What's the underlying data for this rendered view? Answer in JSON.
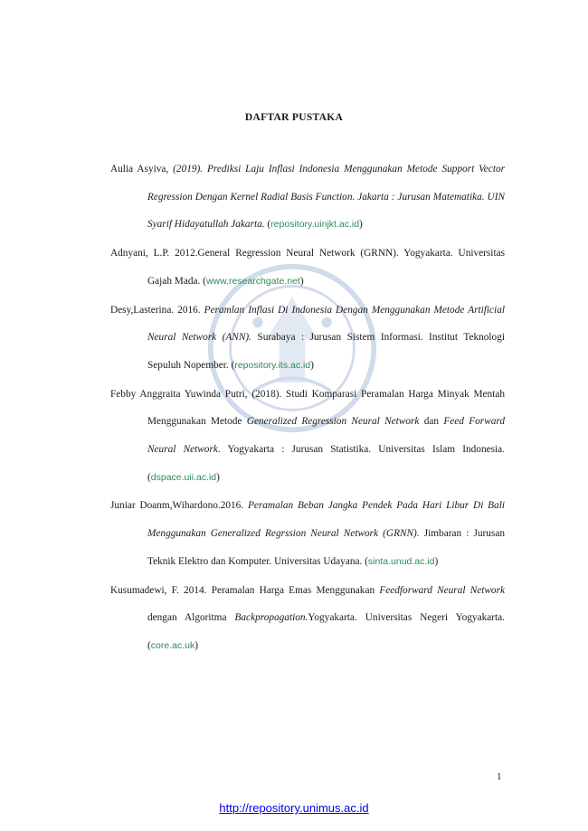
{
  "title": "DAFTAR PUSTAKA",
  "references": [
    {
      "plain1": "Aulia Asyiva, ",
      "ital1": "(2019). Prediksi Laju Inflasi Indonesia Menggunakan Metode Support Vector Regression Dengan Kernel Radial Basis Function. Jakarta : Jurusan Matematika. UIN Syarif Hidayatullah Jakarta.",
      "plain2": " (",
      "link": "repository.uinjkt.ac.id",
      "plain3": ")"
    },
    {
      "plain1": "Adnyani, L.P. 2012.General Regression Neural Network (GRNN). Yogyakarta. Universitas Gajah Mada. (",
      "link": "www.researchgate.net",
      "plain2": ")"
    },
    {
      "plain1": "Desy,Lasterina. 2016. ",
      "ital1": "Peramlan Inflasi Di Indonesia Dengan Menggunakan Metode Artificial Neural Network (ANN).",
      "plain2": " Surabaya : Jurusan Sistem Informasi. Institut Teknologi Sepuluh Nopember. (",
      "link": "repository.its.ac.id",
      "plain3": ")"
    },
    {
      "plain1": "Febby Anggraita Yuwinda Putri, (2018). Studi Komparasi Peramalan Harga Minyak Mentah Menggunakan Metode ",
      "ital1": "Generalized Regression Neural Network",
      "plain2": " dan ",
      "ital2": "Feed Forward Neural Network",
      "plain3": ". Yogyakarta : Jurusan Statistika. Universitas Islam Indonesia. (",
      "link": "dspace.uii.ac.id",
      "plain4": ")"
    },
    {
      "plain1": "Juniar Doanm,Wihardono.2016. ",
      "ital1": "Peramalan Beban Jangka Pendek Pada Hari Libur Di Bali Menggunakan Generalized Regrssion Neural Network (GRNN).",
      "plain2": " Jimbaran : Jurusan Teknik Elektro dan Komputer. Universitas Udayana. (",
      "link": "sinta.unud.ac.id",
      "plain3": ")"
    },
    {
      "plain1": "Kusumadewi, F. 2014. Peramalan Harga Emas Menggunakan ",
      "ital1": "Feedforward Neural Network",
      "plain2": " dengan Algoritma ",
      "ital2": "Backpropagation.",
      "plain3": "Yogyakarta. Universitas Negeri Yogyakarta. (",
      "link": "core.ac.uk",
      "plain4": ")"
    }
  ],
  "page_number": "1",
  "footer_link": "http://repository.unimus.ac.id",
  "colors": {
    "link": "#2e8b57",
    "footer_link": "#0000ee",
    "watermark": "#2f5fa8"
  }
}
